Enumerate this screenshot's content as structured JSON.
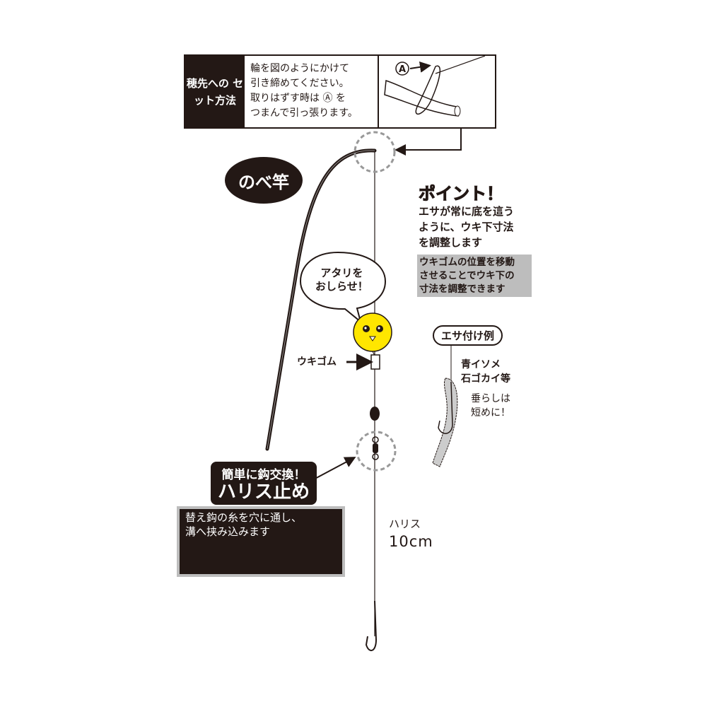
{
  "setup_box": {
    "label": "穂先への\nセット方法",
    "instructions": "輪を図のようにかけて\n引き締めてください。\n取りはずす時は Ⓐ を\nつまんで引っ張ります。",
    "marker": "A"
  },
  "rod_label": "のべ竿",
  "point": {
    "title": "ポイント！",
    "body": "エサが常に底を這う\nように、ウキ下寸法\nを調整します",
    "note": "ウキゴムの位置を移動\nさせることでウキ下の\n寸法を調整できます"
  },
  "bubble": "アタリを\nおしらせ！",
  "ukigomu_label": "ウキゴム",
  "bait_example": {
    "label": "エサ付け例",
    "bait": "青イソメ\n石ゴカイ等",
    "tip": "垂らしは\n短めに！"
  },
  "harisu_stopper": {
    "headline": "簡単に鈎交換！",
    "title": "ハリス止め",
    "description": "替え鈎の糸を穴に通し、\n 溝へ挟み込みます"
  },
  "harisu": {
    "label": "ハリス",
    "length": "10cm"
  },
  "colors": {
    "ink": "#231815",
    "float": "#ffe600",
    "gray": "#bdbdbd"
  }
}
